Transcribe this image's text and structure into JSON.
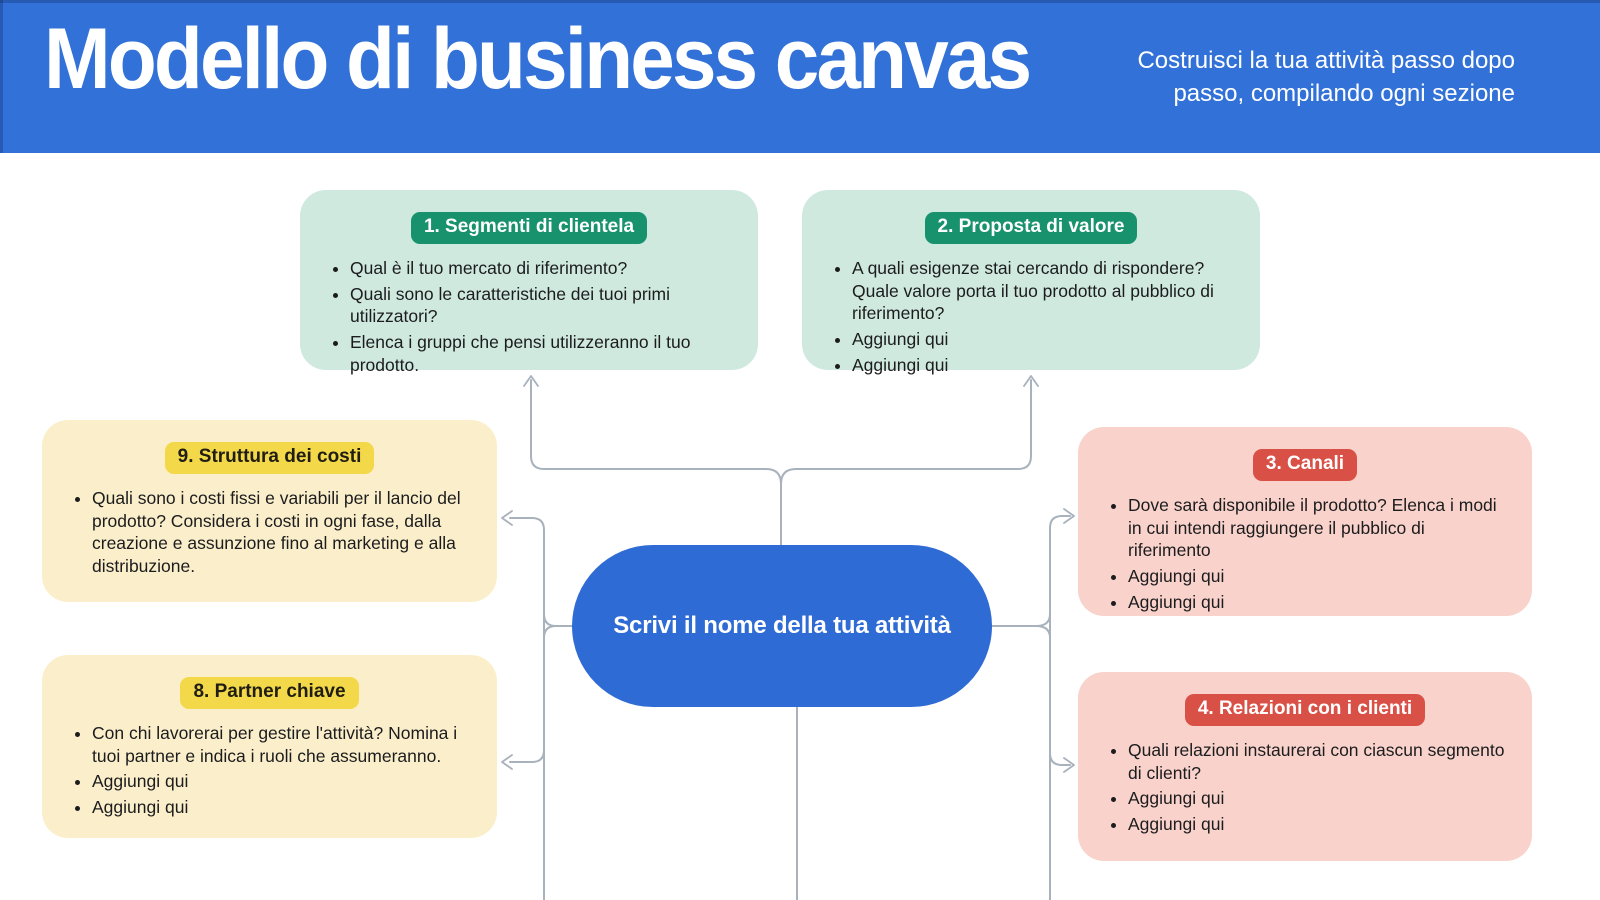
{
  "header": {
    "title": "Modello di business canvas",
    "subtitle": "Costruisci la tua attività passo dopo\npasso, compilando ogni sezione"
  },
  "center": {
    "label": "Scrivi il nome della tua attività"
  },
  "boxes": {
    "segmenti": {
      "badge": "1. Segmenti di clientela",
      "bullets": [
        "Qual è il tuo mercato di riferimento?",
        "Quali sono le caratteristiche dei tuoi primi utilizzatori?",
        "Elenca i gruppi che pensi utilizzeranno il tuo prodotto."
      ]
    },
    "proposta": {
      "badge": "2. Proposta di valore",
      "bullets": [
        "A quali esigenze stai cercando di rispondere? Quale valore porta il tuo prodotto al pubblico di riferimento?",
        "Aggiungi qui",
        "Aggiungi qui"
      ]
    },
    "canali": {
      "badge": "3. Canali",
      "bullets": [
        "Dove sarà disponibile il prodotto? Elenca i modi in cui intendi raggiungere il pubblico di riferimento",
        "Aggiungi qui",
        "Aggiungi qui"
      ]
    },
    "relazioni": {
      "badge": "4. Relazioni con i clienti",
      "bullets": [
        "Quali relazioni instaurerai con ciascun segmento di clienti?",
        "Aggiungi qui",
        "Aggiungi qui"
      ]
    },
    "partner": {
      "badge": "8. Partner chiave",
      "bullets": [
        "Con chi lavorerai per gestire l'attività? Nomina i tuoi partner e indica i ruoli che assumeranno.",
        "Aggiungi qui",
        "Aggiungi qui"
      ]
    },
    "costi": {
      "badge": "9. Struttura dei costi",
      "bullets": [
        "Quali sono i costi fissi e variabili per il lancio del prodotto? Considera i costi in ogni fase, dalla creazione e assunzione fino al marketing e alla distribuzione."
      ]
    }
  },
  "colors": {
    "header_bg": "#3272d8",
    "center_bg": "#2f6bd5",
    "teal_bg": "#cfe9df",
    "teal_badge": "#18926d",
    "pink_bg": "#f9d3cb",
    "pink_badge": "#d95046",
    "yellow_bg": "#fbefcb",
    "yellow_badge": "#f3d84a",
    "connector": "#a8b2bc",
    "text": "#1c1c1e"
  }
}
